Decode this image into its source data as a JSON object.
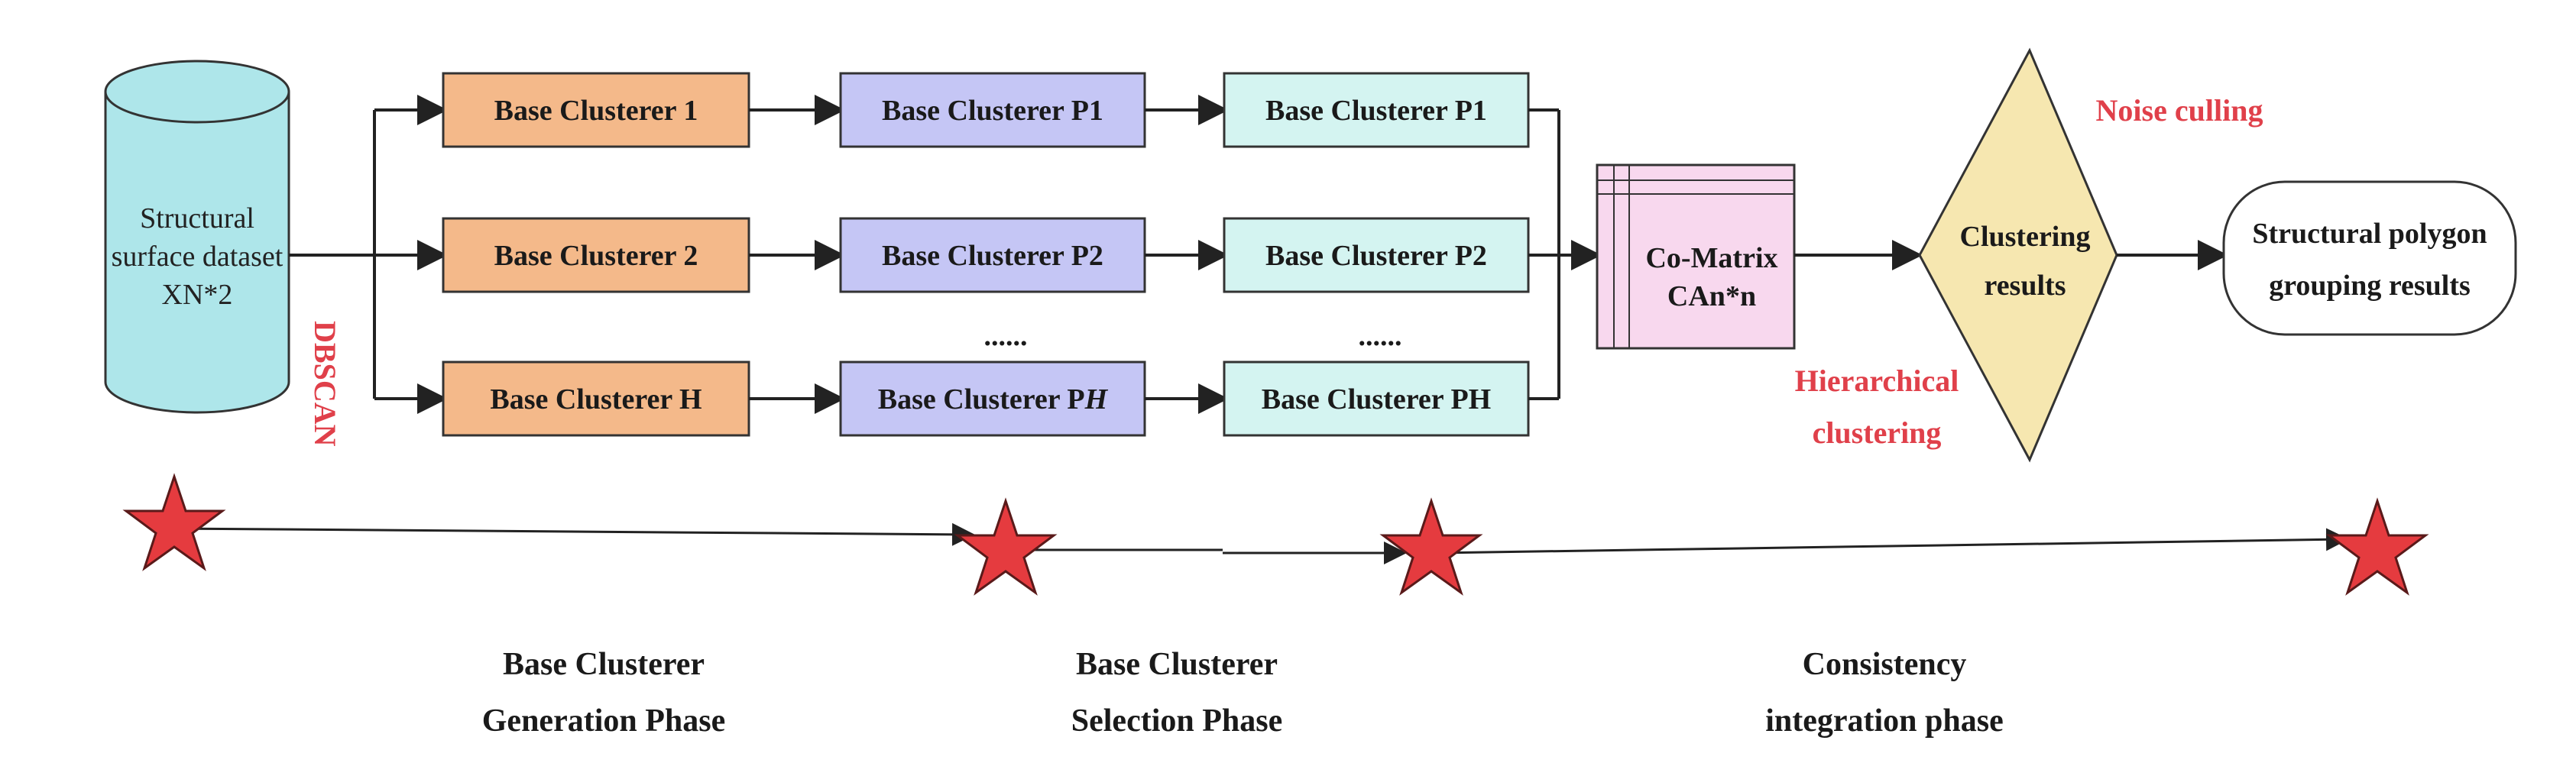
{
  "colors": {
    "dataset_fill": "#aee6ea",
    "generation_fill": "#f4b98a",
    "selection_fill": "#c5c6f5",
    "selected_fill": "#d4f4f1",
    "matrix_fill": "#f8d8ee",
    "diamond_fill": "#f6e7b0",
    "red_text": "#e0404a",
    "star_fill": "#e53b3f"
  },
  "dataset": {
    "line1": "Structural",
    "line2": "surface dataset",
    "line3": "XN*2"
  },
  "dbscan_label": "DBSCAN",
  "generation_boxes": [
    "Base Clusterer 1",
    "Base Clusterer 2",
    "Base Clusterer H"
  ],
  "selection_boxes": [
    "Base Clusterer P1",
    "Base Clusterer P2",
    "Base Clusterer P"
  ],
  "selection_italic_suffix": "H",
  "selected_boxes": [
    "Base Clusterer P1",
    "Base Clusterer P2",
    "Base Clusterer PH"
  ],
  "ellipsis": "......",
  "matrix": {
    "line1": "Co-Matrix",
    "line2": "CAn*n"
  },
  "hierarchical": {
    "line1": "Hierarchical",
    "line2": "clustering"
  },
  "noise_label": "Noise culling",
  "diamond": {
    "line1": "Clustering",
    "line2": "results"
  },
  "output": {
    "line1": "Structural polygon",
    "line2": "grouping results"
  },
  "phases": [
    {
      "line1": "Base Clusterer",
      "line2": "Generation Phase"
    },
    {
      "line1": "Base Clusterer",
      "line2": "Selection Phase"
    },
    {
      "line1": "Consistency",
      "line2": "integration phase"
    }
  ]
}
